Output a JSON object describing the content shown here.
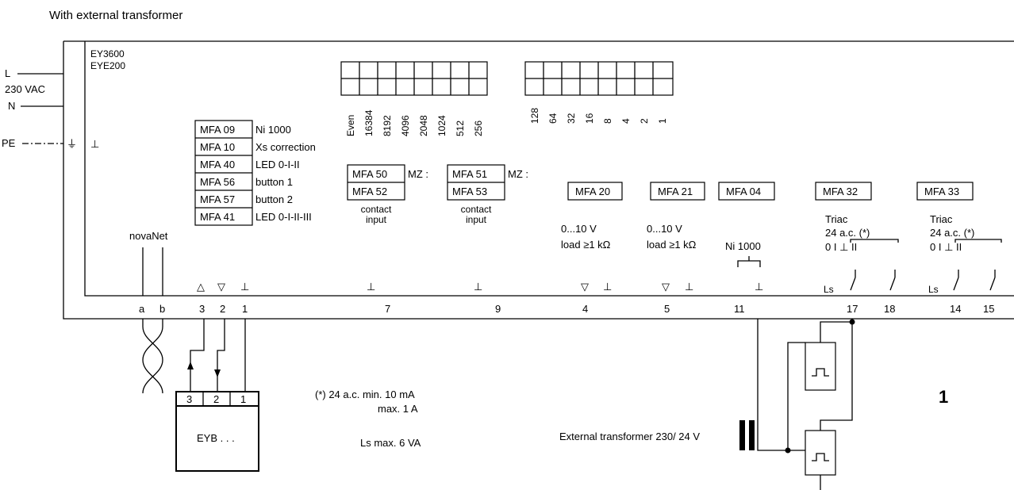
{
  "title": "With external transformer",
  "device": {
    "model1": "EY3600",
    "model2": "EYE200"
  },
  "supply": {
    "L": "L",
    "voltage": "230 VAC",
    "N": "N",
    "PE": "PE",
    "earth_symbol": "⏚",
    "ground_symbol": "⊥"
  },
  "mfa_table": [
    {
      "code": "MFA 09",
      "desc": "Ni 1000"
    },
    {
      "code": "MFA 10",
      "desc": "Xs correction"
    },
    {
      "code": "MFA 40",
      "desc": "LED 0-I-II"
    },
    {
      "code": "MFA 56",
      "desc": "button 1"
    },
    {
      "code": "MFA 57",
      "desc": "button 2"
    },
    {
      "code": "MFA 41",
      "desc": "LED 0-I-II-III"
    }
  ],
  "dip_left_labels": [
    "Even",
    "16384",
    "8192",
    "4096",
    "2048",
    "1024",
    "512",
    "256"
  ],
  "dip_right_labels": [
    "128",
    "64",
    "32",
    "16",
    "8",
    "4",
    "2",
    "1"
  ],
  "mz_groups": [
    {
      "top": "MFA 50",
      "bottom": "MFA 52",
      "mz": "MZ :",
      "caption1": "contact",
      "caption2": "input"
    },
    {
      "top": "MFA 51",
      "bottom": "MFA 53",
      "mz": "MZ :",
      "caption1": "contact",
      "caption2": "input"
    }
  ],
  "channels": {
    "mfa20": {
      "code": "MFA 20",
      "line1": "0...10 V",
      "line2": "load ≥1 kΩ"
    },
    "mfa21": {
      "code": "MFA 21",
      "line1": "0...10 V",
      "line2": "load ≥1 kΩ"
    },
    "mfa04": {
      "code": "MFA 04",
      "line1": "Ni 1000"
    },
    "mfa32": {
      "code": "MFA 32",
      "line1": "Triac",
      "line2": "24 a.c. (*)",
      "pos": "0   I   ⊥   II"
    },
    "mfa33": {
      "code": "MFA 33",
      "line1": "Triac",
      "line2": "24 a.c. (*)",
      "pos": "0   I   ⊥   II"
    }
  },
  "novanet": "novaNet",
  "inner_symbols": {
    "up": "△",
    "down": "▽",
    "ground": "⊥",
    "ls": "Ls"
  },
  "terminals": [
    "a",
    "b",
    "3",
    "2",
    "1",
    "7",
    "9",
    "4",
    "5",
    "11",
    "17",
    "18",
    "14",
    "15"
  ],
  "eyb": {
    "pins": [
      "3",
      "2",
      "1"
    ],
    "label": "EYB . . ."
  },
  "notes": {
    "n1": "(*) 24 a.c.  min. 10 mA",
    "n2": "max. 1 A",
    "n3": "Ls  max. 6 VA"
  },
  "transformer_label": "External transformer 230/ 24 V",
  "figure_number": "1"
}
